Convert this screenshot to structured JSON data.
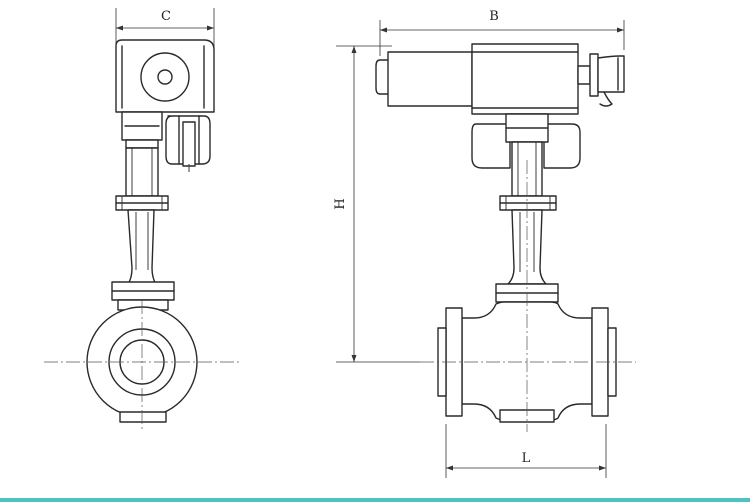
{
  "dimensions": {
    "c_label": "C",
    "b_label": "B",
    "h_label": "H",
    "l_label": "L"
  },
  "colors": {
    "line": "#2a2a2a",
    "accent_bar": "#4fc3c0"
  }
}
